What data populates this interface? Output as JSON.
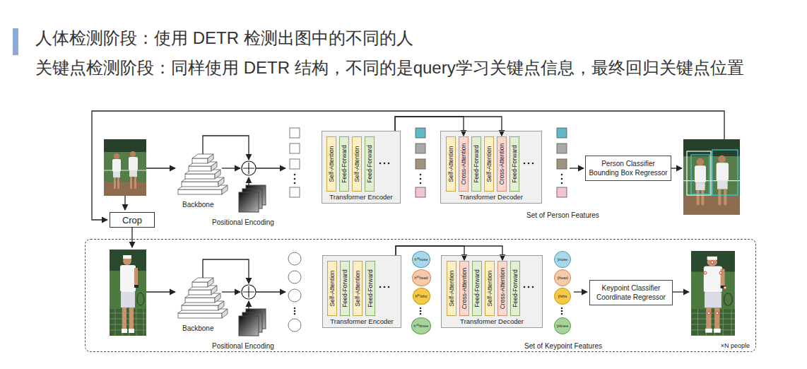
{
  "diagram": {
    "title": "人体检测阶段：使用 DETR 检测出图中的不同的人",
    "nodes": [
      {
        "text": [
          "Transformer Encoder"
        ]
      },
      {
        "text": [
          "Self-Attention"
        ],
        "in": 0
      },
      {
        "text": [
          "Feed-Forward"
        ],
        "in": 0
      },
      {
        "text": [
          "Self-Attention"
        ],
        "in": 0
      },
      {
        "text": [
          "Feed-Forward"
        ],
        "in": 0
      },
      {
        "text": [
          "Transformer Decoder"
        ]
      },
      {
        "text": [
          "Self-Attention"
        ],
        "in": 5
      },
      {
        "text": [
          "Cross-Attention"
        ],
        "in": 5
      },
      {
        "text": [
          "Feed-Forward"
        ],
        "in": 5
      },
      {
        "text": [
          "Self-Attention"
        ],
        "in": 5
      },
      {
        "text": [
          "Cross-Attention"
        ],
        "in": 5
      },
      {
        "text": [
          "Feed-Forward"
        ],
        "in": 5
      },
      {
        "text": [
          "Person Classifier Bounding Box Regressor"
        ]
      },
      {
        "text": [
          "Crop"
        ]
      },
      {
        "text": [
          "×N people"
        ]
      },
      {
        "text": [
          "Transformer Encoder"
        ],
        "in": 14
      },
      {
        "text": [
          "Self-Attention"
        ],
        "in": 15
      },
      {
        "text": [
          "Feed-Forward"
        ],
        "in": 15
      },
      {
        "text": [
          "Self-Attention"
        ],
        "in": 15
      },
      {
        "text": [
          "Feed-Forward"
        ],
        "in": 15
      },
      {
        "text": [
          "h⁽⁰⁾nose"
        ],
        "in": 14
      },
      {
        "text": [
          "h⁽⁰⁾head"
        ],
        "in": 14
      },
      {
        "text": [
          "h⁽⁰⁾lsho"
        ],
        "in": 14
      },
      {
        "text": [
          "h⁽⁰⁾rknee"
        ],
        "in": 14
      },
      {
        "text": [
          "Transformer Decoder"
        ],
        "in": 14
      },
      {
        "text": [
          "Self-Attention"
        ],
        "in": 24
      },
      {
        "text": [
          "Cross-Attention"
        ],
        "in": 24
      },
      {
        "text": [
          "Feed-Forward"
        ],
        "in": 24
      },
      {
        "text": [
          "Self-Attention"
        ],
        "in": 24
      },
      {
        "text": [
          "Cross-Attention"
        ],
        "in": 24
      },
      {
        "text": [
          "Feed-Forward"
        ],
        "in": 24
      },
      {
        "text": [
          "ŷnose"
        ],
        "in": 14
      },
      {
        "text": [
          "ŷhead"
        ],
        "in": 14
      },
      {
        "text": [
          "ŷlsho"
        ],
        "in": 14
      },
      {
        "text": [
          "ŷrknee"
        ],
        "in": 14
      },
      {
        "text": [
          "Keypoint Classifier Coordinate Regressor"
        ],
        "in": 14
      }
    ],
    "edges": [
      {
        "from": 0,
        "to": 7,
        "arrow": "to"
      },
      {
        "from": 0,
        "to": 10,
        "arrow": "to"
      },
      {
        "from": 15,
        "to": 26,
        "arrow": "to"
      },
      {
        "from": 15,
        "to": 29,
        "arrow": "to"
      }
    ],
    "labels": [
      "关键点检测阶段：同样使用 DETR 结构，不同的是query学习关键点信息，最终回归关键点位置",
      "Backbone",
      "Positional Encoding",
      "Set of Person Features",
      "Backbone",
      "Positional Encoding",
      "Set of Keypoint Features"
    ]
  }
}
